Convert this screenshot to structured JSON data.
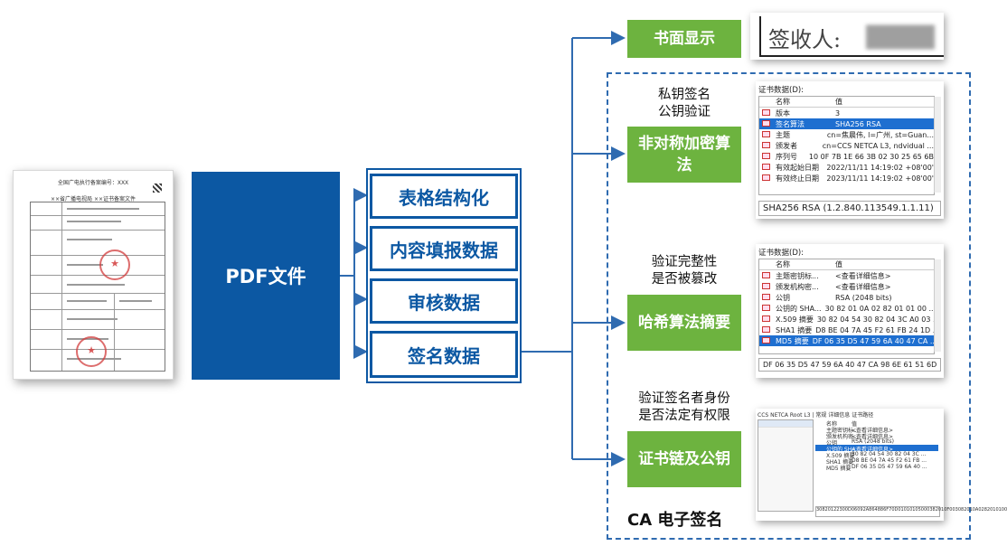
{
  "document": {
    "header_line1": "全国广电执行备案编号：XXX",
    "header_line2": "××省广播电视局 ××证书备案文件",
    "stamp_glyph": "★"
  },
  "pdf_box": {
    "label": "PDF文件"
  },
  "categories": [
    {
      "label": "表格结构化"
    },
    {
      "label": "内容填报数据"
    },
    {
      "label": "审核数据"
    },
    {
      "label": "签名数据"
    }
  ],
  "branches": {
    "written": {
      "label": "书面显示"
    },
    "asymmetric": {
      "label": "非对称加密算法",
      "note_line1": "私钥签名",
      "note_line2": "公钥验证"
    },
    "hash": {
      "label": "哈希算法摘要",
      "note_line1": "验证完整性",
      "note_line2": "是否被篡改"
    },
    "cert": {
      "label": "证书链及公钥",
      "note_line1": "验证签名者身份",
      "note_line2": "是否法定有权限"
    }
  },
  "ca_label": "CA 电子签名",
  "signature": {
    "label": "签收人:"
  },
  "cert_panel_1": {
    "title": "证书数据(D):",
    "col_name": "名称",
    "col_value": "值",
    "rows": [
      {
        "name": "版本",
        "value": "3",
        "selected": false
      },
      {
        "name": "签名算法",
        "value": "SHA256 RSA",
        "selected": true
      },
      {
        "name": "主题",
        "value": "cn=焦晨伟, l=广州, st=Guan...",
        "selected": false
      },
      {
        "name": "颁发者",
        "value": "cn=CCS NETCA L3, ndvidual ...",
        "selected": false
      },
      {
        "name": "序列号",
        "value": "10 0F 7B 1E 66 3B 02 30 25 65 6B",
        "selected": false
      },
      {
        "name": "有效起始日期",
        "value": "2022/11/11 14:19:02 +08'00'",
        "selected": false
      },
      {
        "name": "有效终止日期",
        "value": "2023/11/11 14:19:02 +08'00'",
        "selected": false
      }
    ],
    "footer": "SHA256 RSA (1.2.840.113549.1.1.11)"
  },
  "cert_panel_2": {
    "title": "证书数据(D):",
    "col_name": "名称",
    "col_value": "值",
    "rows": [
      {
        "name": "主题密钥标...",
        "value": "<查看详细信息>",
        "selected": false
      },
      {
        "name": "颁发机构密...",
        "value": "<查看详细信息>",
        "selected": false
      },
      {
        "name": "公钥",
        "value": "RSA (2048 bits)",
        "selected": false
      },
      {
        "name": "公钥的 SHA...",
        "value": "30 82 01 0A 02 82 01 01 00 ...",
        "selected": false
      },
      {
        "name": "X.509 摘要",
        "value": "30 82 04 54 30 82 04 3C A0 03 ...",
        "selected": false
      },
      {
        "name": "SHA1 摘要",
        "value": "D8 BE 04 7A 45 F2 61 FB 24 1D ...",
        "selected": false
      },
      {
        "name": "MD5 摘要",
        "value": "DF 06 35 D5 47 59 6A 40 47 CA ...",
        "selected": true
      }
    ],
    "footer": "DF 06 35 D5 47 59 6A 40 47 CA 98 6E 61 51 6D"
  },
  "cert_panel_3": {
    "tabs": "CCS NETCA Root L3 | 常规  详细信息  证书路径",
    "col_name": "名称",
    "col_value": "值",
    "rows": [
      {
        "name": "主题密钥标...",
        "value": "<查看详细信息>",
        "selected": false
      },
      {
        "name": "颁发机构密...",
        "value": "<查看详细信息>",
        "selected": false
      },
      {
        "name": "公钥",
        "value": "RSA (2048 bits)",
        "selected": false
      },
      {
        "name": "公钥的 SHA...",
        "value": "<查看详细信息>",
        "selected": true
      },
      {
        "name": "X.509 摘要",
        "value": "30 82 04 54 30 82 04 3C ...",
        "selected": false
      },
      {
        "name": "SHA1 摘要",
        "value": "D8 BE 04 7A 45 F2 61 FB ...",
        "selected": false
      },
      {
        "name": "MD5 摘要",
        "value": "DF 06 35 D5 47 59 6A 40 ...",
        "selected": false
      }
    ],
    "footer": "30820122300D06092A864886F70D01010105000382010F003082010A0282010100"
  },
  "colors": {
    "blue": "#0c58a3",
    "green": "#6db33f",
    "arrow": "#2f6bb0",
    "select": "#1e6fd0"
  }
}
